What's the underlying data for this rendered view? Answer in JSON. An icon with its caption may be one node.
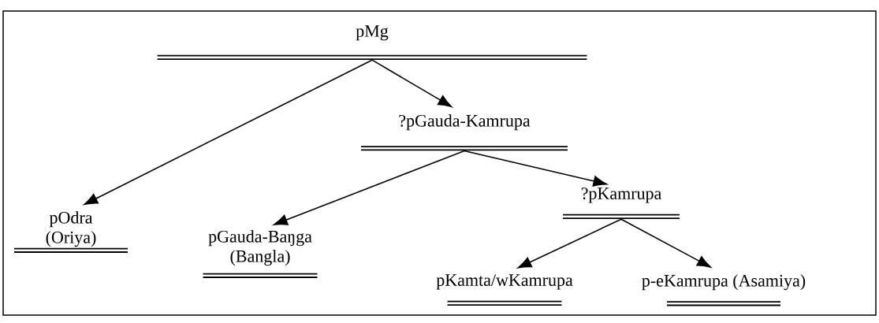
{
  "diagram": {
    "nodes": [
      {
        "text": [
          "pMg"
        ]
      },
      {
        "text": [
          "?pGauda-Kamrupa"
        ]
      },
      {
        "text": [
          "pOdra (Oriya)"
        ]
      },
      {
        "text": [
          "pGauda-Baŋga (Bangla)"
        ]
      },
      {
        "text": [
          "?pKamrupa"
        ]
      },
      {
        "text": [
          "pKamta/wKamrupa"
        ]
      },
      {
        "text": [
          "p-eKamrupa (Asamiya)"
        ]
      }
    ],
    "edges": [
      {
        "from": 0,
        "to": 2,
        "arrow": "to"
      },
      {
        "from": 0,
        "to": 1,
        "arrow": "to"
      },
      {
        "from": 1,
        "to": 3,
        "arrow": "to"
      },
      {
        "from": 1,
        "to": 4,
        "arrow": "to"
      },
      {
        "from": 4,
        "to": 5,
        "arrow": "to"
      },
      {
        "from": 4,
        "to": 6,
        "arrow": "to"
      }
    ]
  }
}
